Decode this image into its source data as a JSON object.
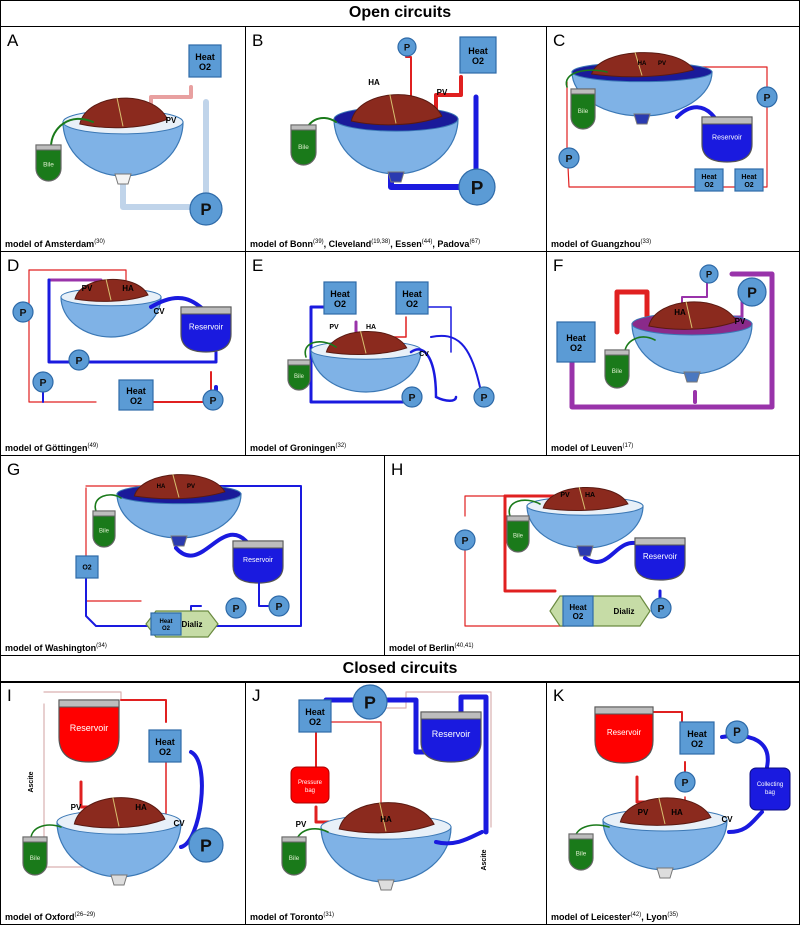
{
  "headers": {
    "open": "Open circuits",
    "closed": "Closed circuits"
  },
  "panels": [
    {
      "id": "A",
      "caption": "model of Amsterdam",
      "refs": "(30)"
    },
    {
      "id": "B",
      "caption": "model of Bonn",
      "refs": "(39)",
      "rest": [
        ", Cleveland",
        "(19,38)",
        ", Essen",
        "(44)",
        ", Padova",
        "(67)"
      ]
    },
    {
      "id": "C",
      "caption": "model of Guangzhou",
      "refs": "(33)"
    },
    {
      "id": "D",
      "caption": "model of Göttingen",
      "refs": "(49)"
    },
    {
      "id": "E",
      "caption": "model of Groningen",
      "refs": "(32)"
    },
    {
      "id": "F",
      "caption": "model of Leuven",
      "refs": "(17)"
    },
    {
      "id": "G",
      "caption": "model of Washington",
      "refs": "(34)"
    },
    {
      "id": "H",
      "caption": "model of Berlin",
      "refs": "(40,41)"
    },
    {
      "id": "I",
      "caption": "model of Oxford",
      "refs": "(26–29)"
    },
    {
      "id": "J",
      "caption": "model of Toronto",
      "refs": "(31)"
    },
    {
      "id": "K",
      "caption": "model of Leicester",
      "refs": "(42)",
      "rest": [
        ", Lyon",
        "(35)"
      ]
    }
  ],
  "labels": {
    "heat": "Heat",
    "o2": "O2",
    "p": "P",
    "pv": "PV",
    "ha": "HA",
    "cv": "CV",
    "bile": "Bile",
    "reservoir": "Reservoir",
    "dializ": "Dializ",
    "ascite": "Ascite",
    "pressure": "Pressure",
    "bag": "bag",
    "collecting": "Collecting",
    "o2_only": "O2"
  },
  "colors": {
    "arterial": "#e02020",
    "venous": "#1a1adf",
    "portal": "#9933aa",
    "pale_red": "#e8a0a0",
    "pale_blue": "#c0d4ea",
    "bowl": "#7fb2e6",
    "liver": "#8b2a1e",
    "bile": "#1a7a1a",
    "box": "#5b9bd5",
    "dialyzer": "#c6dca6"
  }
}
